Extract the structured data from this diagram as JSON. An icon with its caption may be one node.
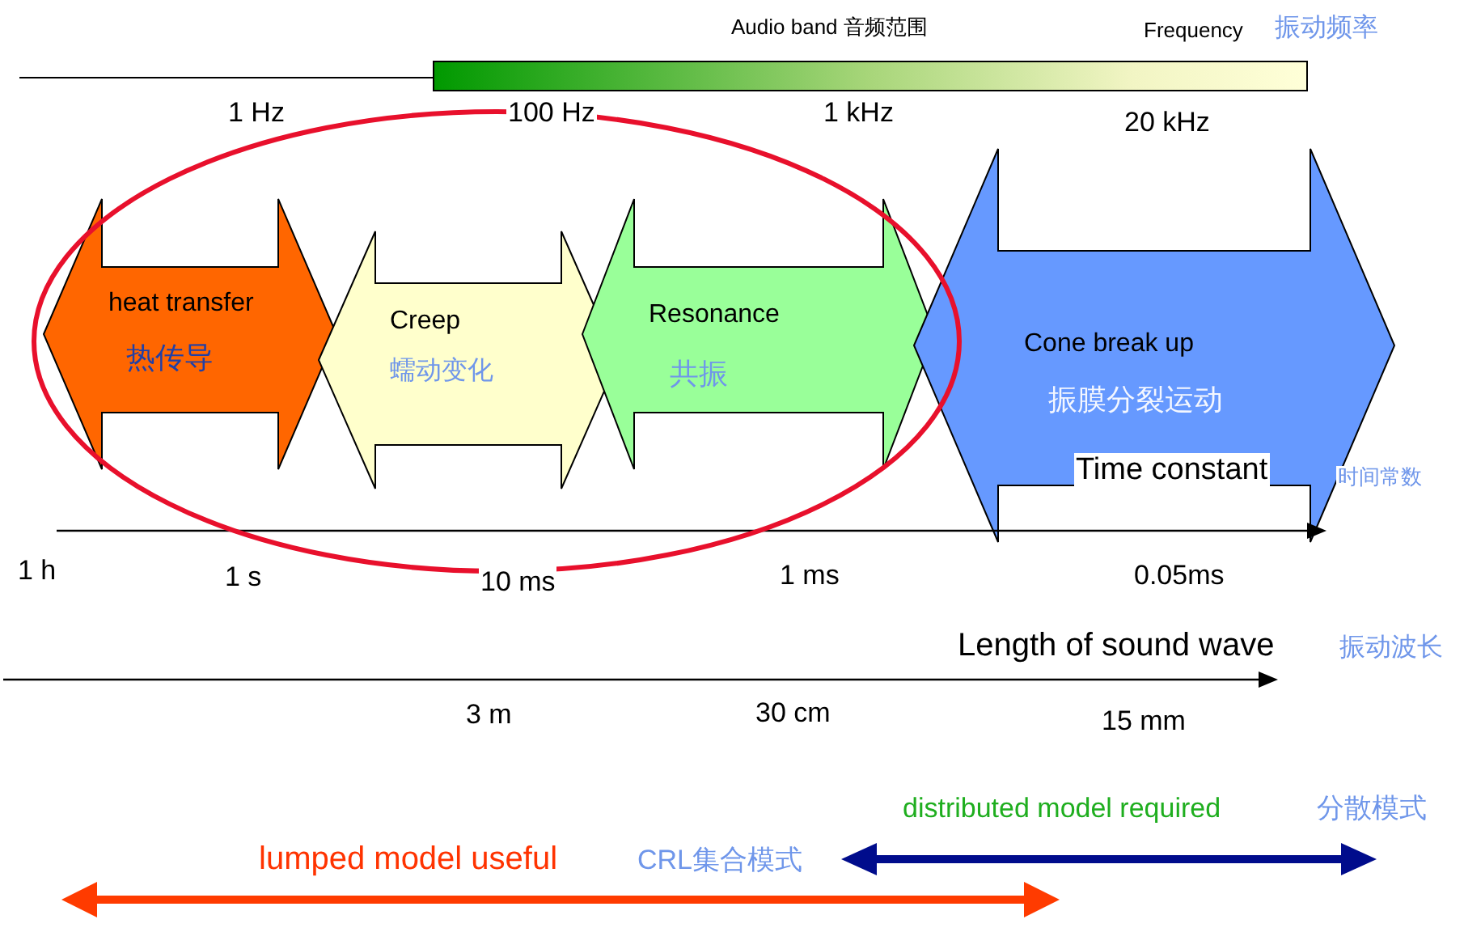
{
  "diagram": {
    "nodes": [
      {
        "text": [
          "heat transfer",
          "热传导"
        ]
      },
      {
        "text": [
          "Creep",
          "蠕动变化"
        ]
      },
      {
        "text": [
          "Resonance",
          "共振"
        ]
      },
      {
        "text": [
          "Cone break up",
          "振膜分裂运动"
        ]
      }
    ],
    "labels": [
      "Audio band 音频范围",
      "Frequency",
      "振动频率",
      "1 Hz",
      "100 Hz",
      "1 kHz",
      "20 kHz",
      "Time constant",
      "时间常数",
      "1 h",
      "1 s",
      "10 ms",
      "1 ms",
      "0.05ms",
      "Length of sound wave",
      "振动波长",
      "3 m",
      "30 cm",
      "15 mm",
      "distributed model required",
      "分散模式",
      "lumped model useful",
      "CRL集合模式"
    ]
  }
}
